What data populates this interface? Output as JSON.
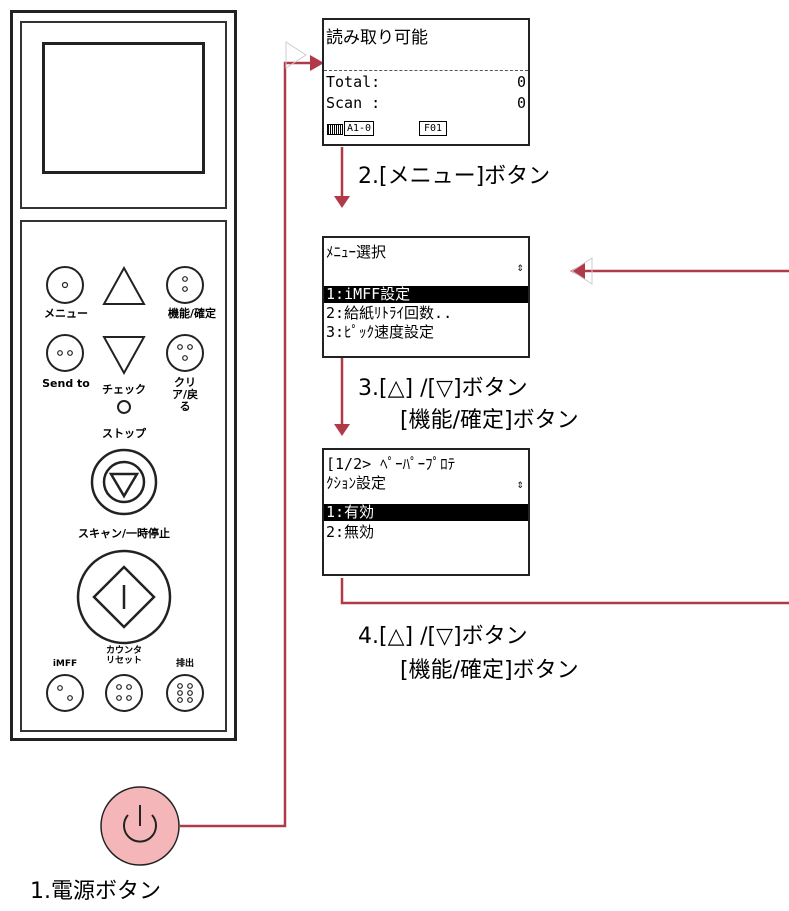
{
  "panel": {
    "buttons": {
      "menu": "メニュー",
      "function_confirm": "機能/確定",
      "send_to": "Send to",
      "check": "チェック",
      "clear_back": "クリア/戻る",
      "stop": "ストップ",
      "scan_pause": "スキャン/一時停止",
      "imff": "iMFF",
      "counter_reset_1": "カウンタ",
      "counter_reset_2": "リセット",
      "eject": "排出"
    }
  },
  "screens": {
    "ready": {
      "title": "読み取り可能",
      "total_label": "Total:",
      "total_value": "0",
      "scan_label": "Scan :",
      "scan_value": "0",
      "badge1": "A1-0",
      "badge2": "F01"
    },
    "menu_select": {
      "title": "ﾒﾆｭｰ選択",
      "item1": "1:iMFF設定",
      "item2": "2:給紙ﾘﾄﾗｲ回数..",
      "item3": "3:ﾋﾟｯｸ速度設定"
    },
    "paper_protection": {
      "title_line1": "[1/2> ﾍﾟｰﾊﾟｰﾌﾟﾛﾃ",
      "title_line2": "ｸｼｮﾝ設定",
      "item1": "1:有効",
      "item2": "2:無効"
    }
  },
  "steps": {
    "step1": "1.電源ボタン",
    "step2": "2.[メニュー]ボタン",
    "step3_line1": "3.[△] /[▽]ボタン",
    "step3_line2": "[機能/確定]ボタン",
    "step4_line1": "4.[△] /[▽]ボタン",
    "step4_line2": "[機能/確定]ボタン"
  },
  "colors": {
    "arrow": "#b03a48",
    "power_fill": "#f4b6b8",
    "power_stroke": "#222222"
  }
}
